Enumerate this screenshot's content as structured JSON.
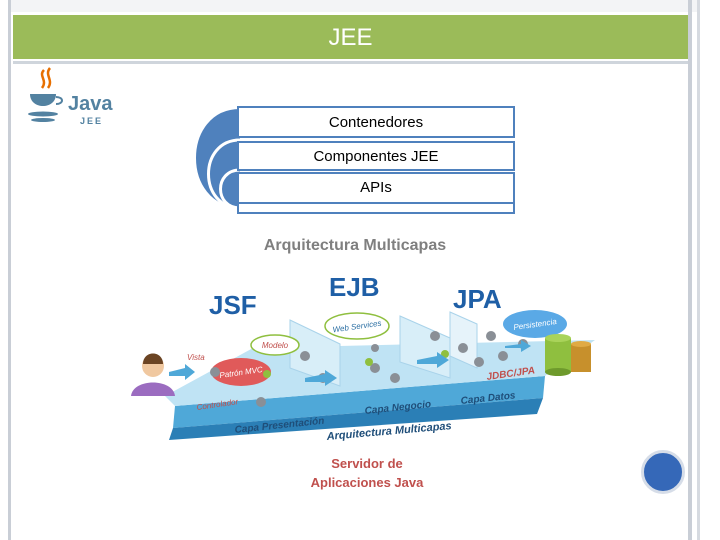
{
  "slide": {
    "title": "JEE"
  },
  "logo": {
    "brand": "Java",
    "sub": "JEE"
  },
  "layers": [
    {
      "label": "Contenedores"
    },
    {
      "label": "Componentes JEE"
    },
    {
      "label": "APIs"
    }
  ],
  "diagram": {
    "title": "Arquitectura Multicapas",
    "tech_jsf": "JSF",
    "tech_ejb": "EJB",
    "tech_jpa": "JPA",
    "web_services": "Web Services",
    "persistencia": "Persistencia",
    "vista": "Vista",
    "modelo": "Modelo",
    "patron": "Patrón MVC",
    "controlador": "Controlador",
    "jdbc": "JDBC/JPA",
    "capa_presentacion": "Capa Presentación",
    "capa_negocio": "Capa Negocio",
    "capa_datos": "Capa Datos",
    "base_label": "Arquitectura Multicapas",
    "server_line1": "Servidor de",
    "server_line2": "Aplicaciones Java"
  },
  "colors": {
    "title_bar": "#9bbb59",
    "accent_blue": "#4f81bd",
    "nav_circle": "#3568b8",
    "diagram_title": "#7f7f7f",
    "diagram_orange": "#c0504d"
  }
}
